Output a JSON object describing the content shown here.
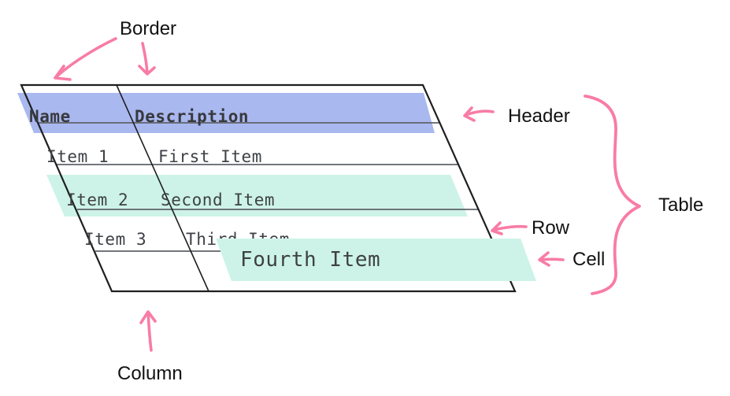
{
  "diagram": {
    "labels": {
      "border": "Border",
      "header": "Header",
      "table": "Table",
      "row": "Row",
      "cell": "Cell",
      "column": "Column"
    },
    "table": {
      "columns": [
        "Name",
        "Description"
      ],
      "rows": [
        {
          "name": "Item 1",
          "description": "First Item"
        },
        {
          "name": "Item 2",
          "description": "Second Item"
        },
        {
          "name": "Item 3",
          "description": "Third Item"
        },
        {
          "name": "",
          "description": "Fourth Item"
        }
      ]
    },
    "colors": {
      "annotation_pink": "#f87ca5",
      "header_highlight": "#aab8f0",
      "row_highlight": "#cdf3e8",
      "cell_highlight": "#cdf3e8",
      "table_text": "#3e4145",
      "border_black": "#1f1f1f",
      "gridline_gray": "#5f6368",
      "label_text": "#121212"
    }
  }
}
